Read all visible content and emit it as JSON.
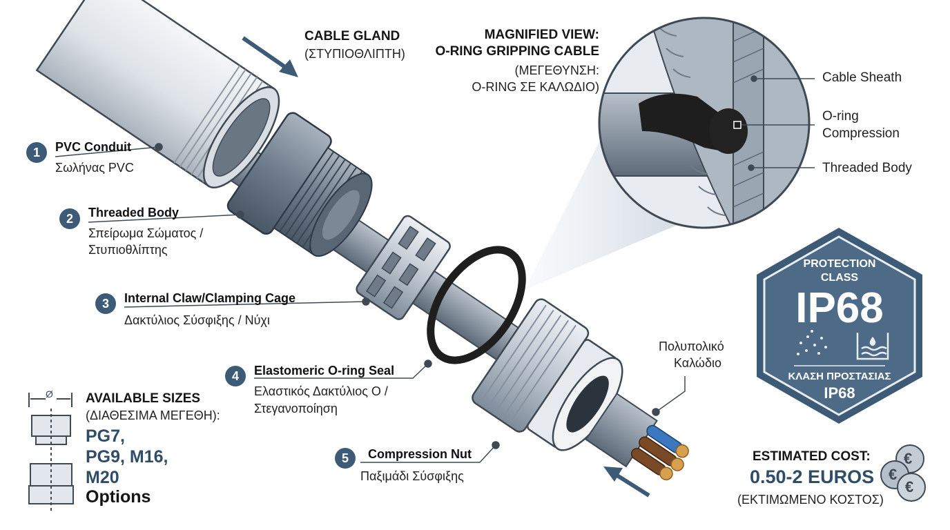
{
  "header": {
    "title_en": "CABLE GLAND",
    "title_gr": "(ΣΤΥΠΙΟΘΛΙΠΤΗ)"
  },
  "magnified": {
    "title_line1": "MAGNIFIED VIEW:",
    "title_line2": "O-RING GRIPPING CABLE",
    "sub_line1": "(ΜΕΓΕΘΥΝΣΗ:",
    "sub_line2": "O-RING ΣΕ ΚΑΛΩΔΙΟ)",
    "labels": [
      "Cable Sheath",
      "O-ring",
      "Compression",
      "Threaded Body"
    ]
  },
  "parts": [
    {
      "num": "1",
      "en": "PVC Conduit",
      "gr": "Σωλήνας PVC"
    },
    {
      "num": "2",
      "en": "Threaded Body",
      "gr": "Σπείρωμα Σώματος /",
      "gr2": "Στυπιοθλίπτης"
    },
    {
      "num": "3",
      "en": "Internal Claw/Clamping Cage",
      "gr": "Δακτύλιος Σύσφιξης / Νύχι"
    },
    {
      "num": "4",
      "en": "Elastomeric O-ring Seal",
      "gr": "Ελαστικός Δακτύλιος O /",
      "gr2": "Στεγανοποίηση"
    },
    {
      "num": "5",
      "en": "Compression Nut",
      "gr": "Παξιμάδι Σύσφιξης"
    }
  ],
  "cable_label": {
    "line1": "Πολυπολικό",
    "line2": "Καλώδιο"
  },
  "sizes": {
    "title": "AVAILABLE SIZES",
    "subtitle": "(ΔΙΑΘΕΣΙΜΑ ΜΕΓΕΘΗ):",
    "line1": "PG7,",
    "line2": "PG9, M16,",
    "line3": "M20",
    "line4": "Options",
    "diameter_symbol": "Ø"
  },
  "badge": {
    "line1": "PROTECTION",
    "line2": "CLASS",
    "big": "IP68",
    "gr": "ΚΛΑΣΗ ΠΡΟΣΤΑΣΙΑΣ",
    "gr_big": "IP68"
  },
  "cost": {
    "title": "ESTIMATED COST:",
    "value": "0.50-2 EUROS",
    "gr": "(ΕΚΤΙΜΩΜΕΝΟ ΚΟΣΤΟΣ)",
    "coin_symbol": "€"
  },
  "colors": {
    "accent": "#3d5a76",
    "badge_fill": "#4d6a87",
    "metal": "#b9c2cc",
    "dark_metal": "#6f7d8c",
    "cable": "#8b96a2",
    "oring": "#1e1e1e",
    "wire_blue": "#3b78c0",
    "wire_brown": "#7a4a26",
    "copper": "#d6a04e"
  }
}
